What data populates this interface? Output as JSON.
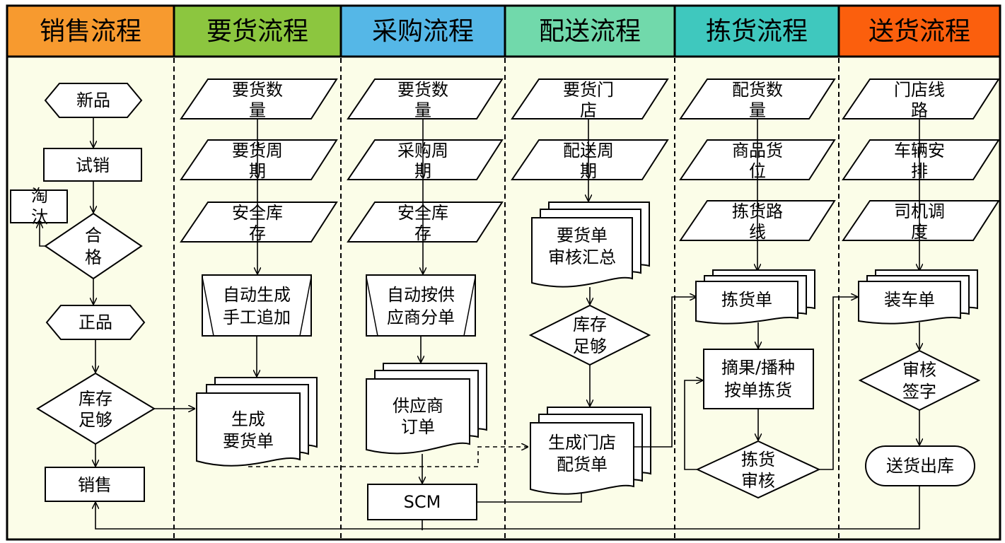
{
  "colors": {
    "sales": "#f79a2f",
    "requisition": "#8cc63f",
    "purchase": "#55b7e7",
    "distribution": "#71d9ab",
    "picking": "#3fc8be",
    "delivery": "#fb5f0d",
    "content_bg": "#fbfde8"
  },
  "lanes": [
    {
      "title": "销售流程"
    },
    {
      "title": "要货流程"
    },
    {
      "title": "采购流程"
    },
    {
      "title": "配送流程"
    },
    {
      "title": "拣货流程"
    },
    {
      "title": "送货流程"
    }
  ],
  "sales": {
    "new": "新品",
    "trial": "试销",
    "eliminate": [
      "淘",
      "汰"
    ],
    "qualified": [
      "合",
      "格"
    ],
    "genuine": "正品",
    "stock_ok": [
      "库存",
      "足够"
    ],
    "sell": "销售"
  },
  "requisition": {
    "qty": [
      "要货数",
      "量"
    ],
    "cycle": [
      "要货周",
      "期"
    ],
    "safety": [
      "安全库",
      "存"
    ],
    "auto": [
      "自动生成",
      "手工追加"
    ],
    "order": [
      "生成",
      "要货单"
    ]
  },
  "purchase": {
    "qty": [
      "要货数",
      "量"
    ],
    "cycle": [
      "采购周",
      "期"
    ],
    "safety": [
      "安全库",
      "存"
    ],
    "split": [
      "自动按供",
      "应商分单"
    ],
    "supplier_order": [
      "供应商",
      "订单"
    ],
    "scm": "SCM"
  },
  "distribution": {
    "store": [
      "要货门",
      "店"
    ],
    "cycle": [
      "配送周",
      "期"
    ],
    "summary": [
      "要货单",
      "审核汇总"
    ],
    "stock_ok": [
      "库存",
      "足够"
    ],
    "store_order": [
      "生成门店",
      "配货单"
    ]
  },
  "picking": {
    "qty": [
      "配货数",
      "量"
    ],
    "location": [
      "商品货",
      "位"
    ],
    "route": [
      "拣货路",
      "线"
    ],
    "pick_list": "拣货单",
    "method": [
      "摘果/播种",
      "按单拣货"
    ],
    "review": [
      "拣货",
      "审核"
    ]
  },
  "delivery": {
    "route": [
      "门店线",
      "路"
    ],
    "vehicle": [
      "车辆安",
      "排"
    ],
    "driver": [
      "司机调",
      "度"
    ],
    "load_list": "装车单",
    "sign": [
      "审核",
      "签字"
    ],
    "out": "送货出库"
  }
}
